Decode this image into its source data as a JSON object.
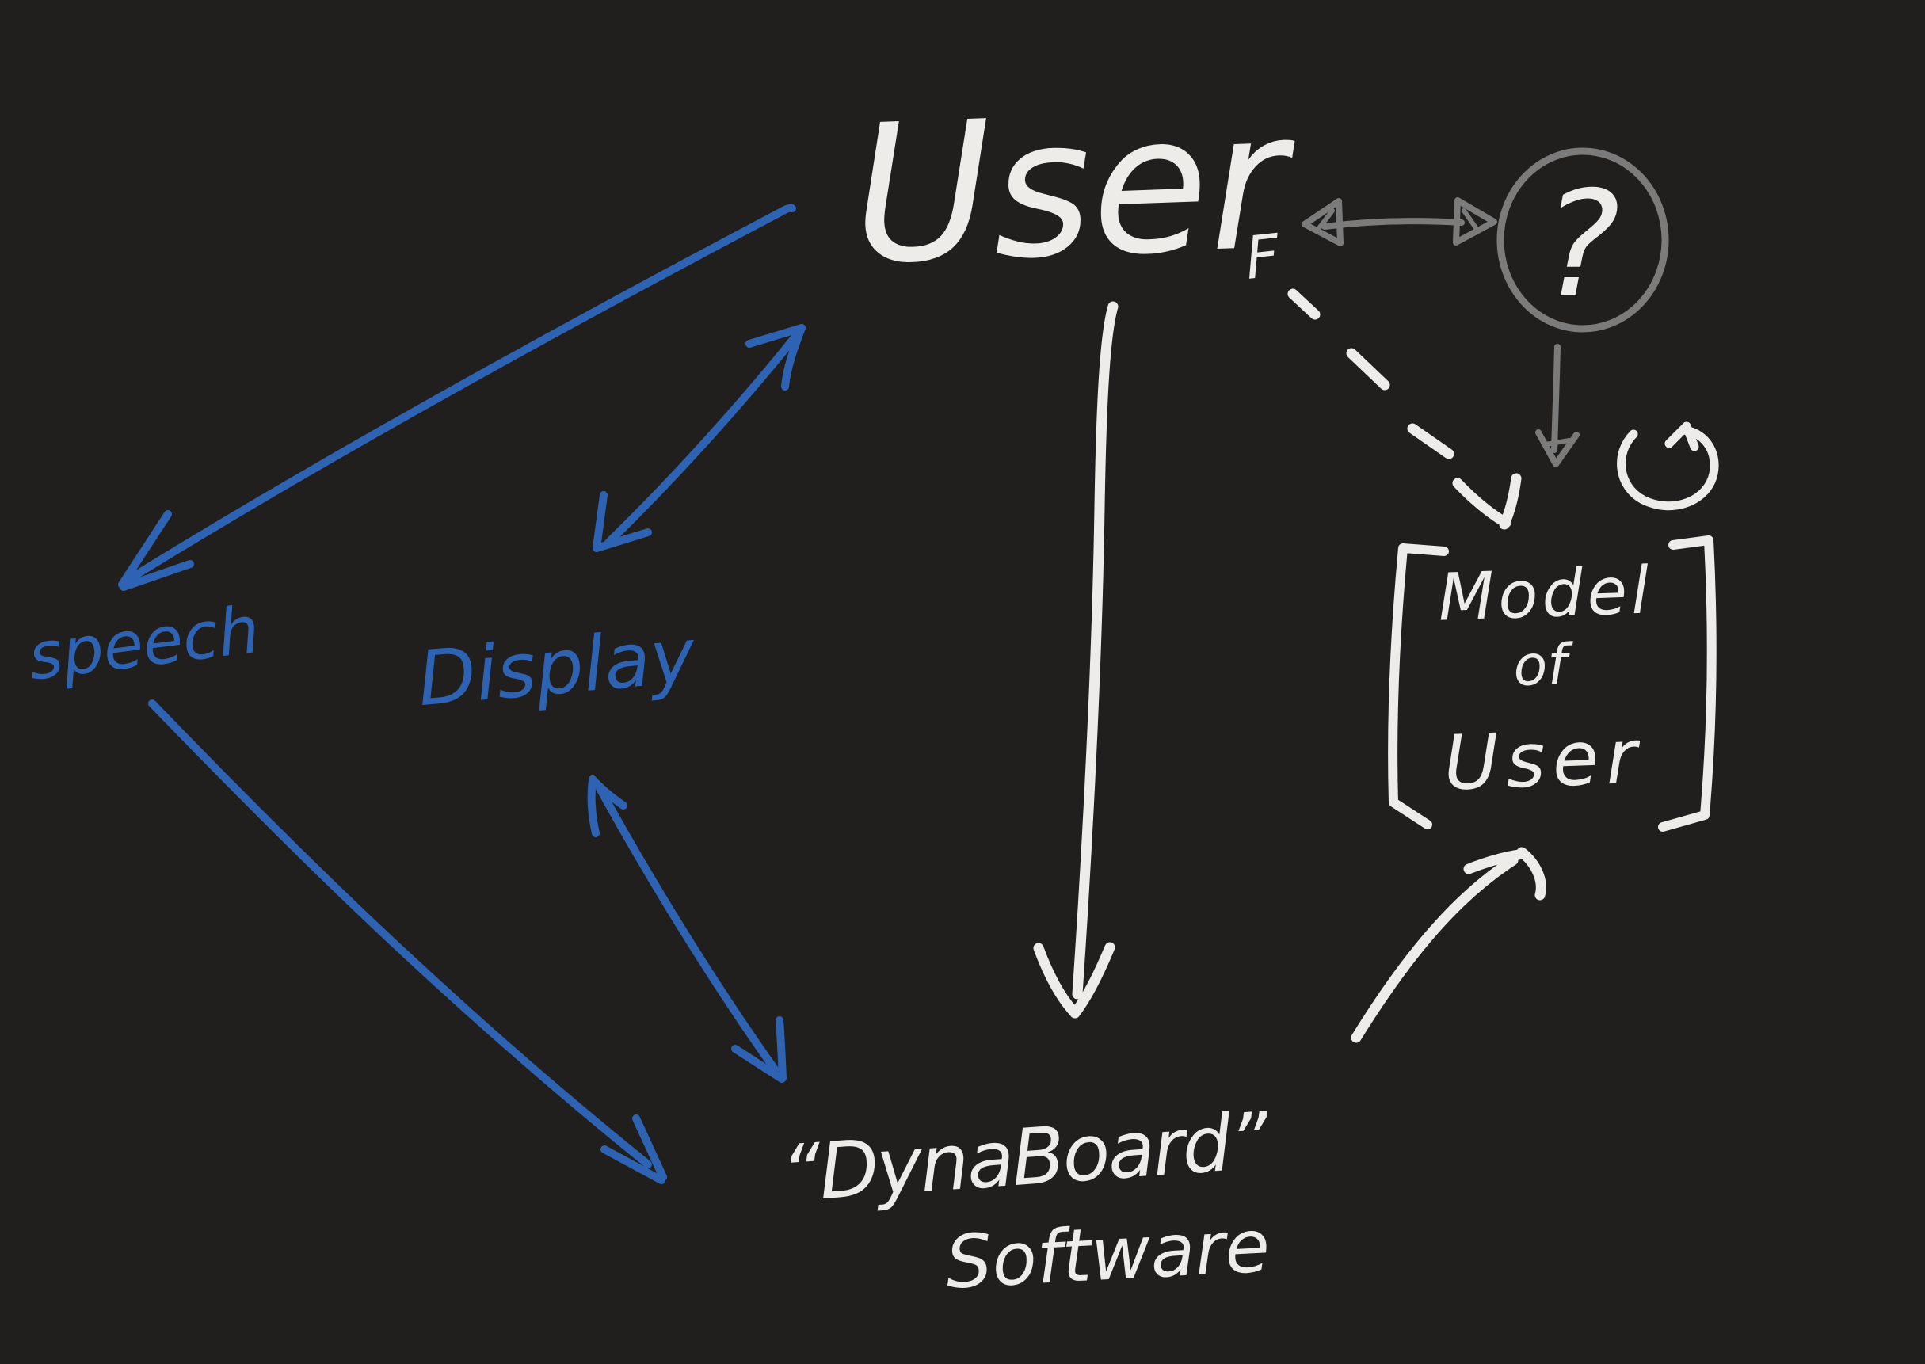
{
  "canvas": {
    "background_color": "#211F1E"
  },
  "colors": {
    "ink_white": "#EEECE9",
    "ink_gray": "#7B7B7B",
    "ink_blue": "#2E63B4"
  },
  "labels": {
    "user": "User",
    "user_subscript": "F",
    "question_mark": "?",
    "model_line1": "Model",
    "model_line2": "of",
    "model_line3": "User",
    "dynaboard_line1": "“DynaBoard”",
    "dynaboard_line2": "Software",
    "speech": "speech",
    "display": "Display"
  },
  "icons": {
    "question_circle": "question-circle-icon",
    "refresh_loop": "refresh-loop-icon"
  },
  "edges": [
    {
      "from": "User",
      "to": "speech",
      "style": "double-headed",
      "color": "#2E63B4"
    },
    {
      "from": "User",
      "to": "Display",
      "style": "double-headed",
      "color": "#2E63B4"
    },
    {
      "from": "Display",
      "to": "DynaBoard Software",
      "style": "double-headed",
      "color": "#2E63B4"
    },
    {
      "from": "speech",
      "to": "DynaBoard Software",
      "style": "one-way",
      "color": "#2E63B4"
    },
    {
      "from": "User",
      "to": "DynaBoard Software",
      "style": "one-way",
      "color": "#EEECE9"
    },
    {
      "from": "DynaBoard Software",
      "to": "Model of User",
      "style": "one-way curved",
      "color": "#EEECE9"
    },
    {
      "from": "User",
      "to": "Model of User",
      "style": "dashed one-way",
      "color": "#EEECE9"
    },
    {
      "from": "User",
      "to": "?",
      "style": "double-headed",
      "color": "#7B7B7B"
    },
    {
      "from": "?",
      "to": "Model of User",
      "style": "one-way",
      "color": "#7B7B7B"
    }
  ]
}
